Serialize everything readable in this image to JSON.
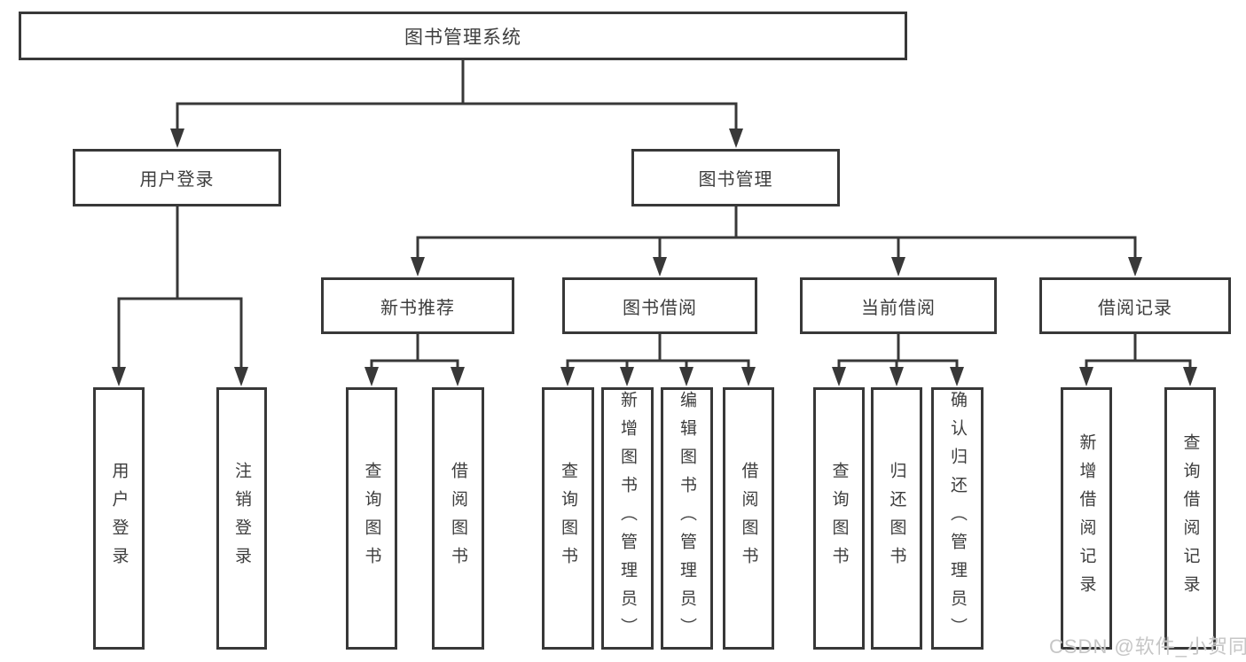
{
  "colors": {
    "line": "#383838",
    "box_border": "#383838",
    "box_fill": "#ffffff",
    "text": "#3d3d3d",
    "watermark": "#c6c6c6",
    "background": "#ffffff"
  },
  "tree": {
    "root": {
      "label": "图书管理系统"
    },
    "level2": [
      {
        "label": "用户登录",
        "children": [
          {
            "label": "用户登录"
          },
          {
            "label": "注销登录"
          }
        ]
      },
      {
        "label": "图书管理",
        "children": [
          {
            "label": "新书推荐",
            "children": [
              {
                "label": "查询图书"
              },
              {
                "label": "借阅图书"
              }
            ]
          },
          {
            "label": "图书借阅",
            "children": [
              {
                "label": "查询图书"
              },
              {
                "label": "新增图书（管理员）"
              },
              {
                "label": "编辑图书（管理员）"
              },
              {
                "label": "借阅图书"
              }
            ]
          },
          {
            "label": "当前借阅",
            "children": [
              {
                "label": "查询图书"
              },
              {
                "label": "归还图书"
              },
              {
                "label": "确认归还（管理员）"
              }
            ]
          },
          {
            "label": "借阅记录",
            "children": [
              {
                "label": "新增借阅记录"
              },
              {
                "label": "查询借阅记录"
              }
            ]
          }
        ]
      }
    ]
  },
  "watermark": "CSDN @软件_小贺同学"
}
